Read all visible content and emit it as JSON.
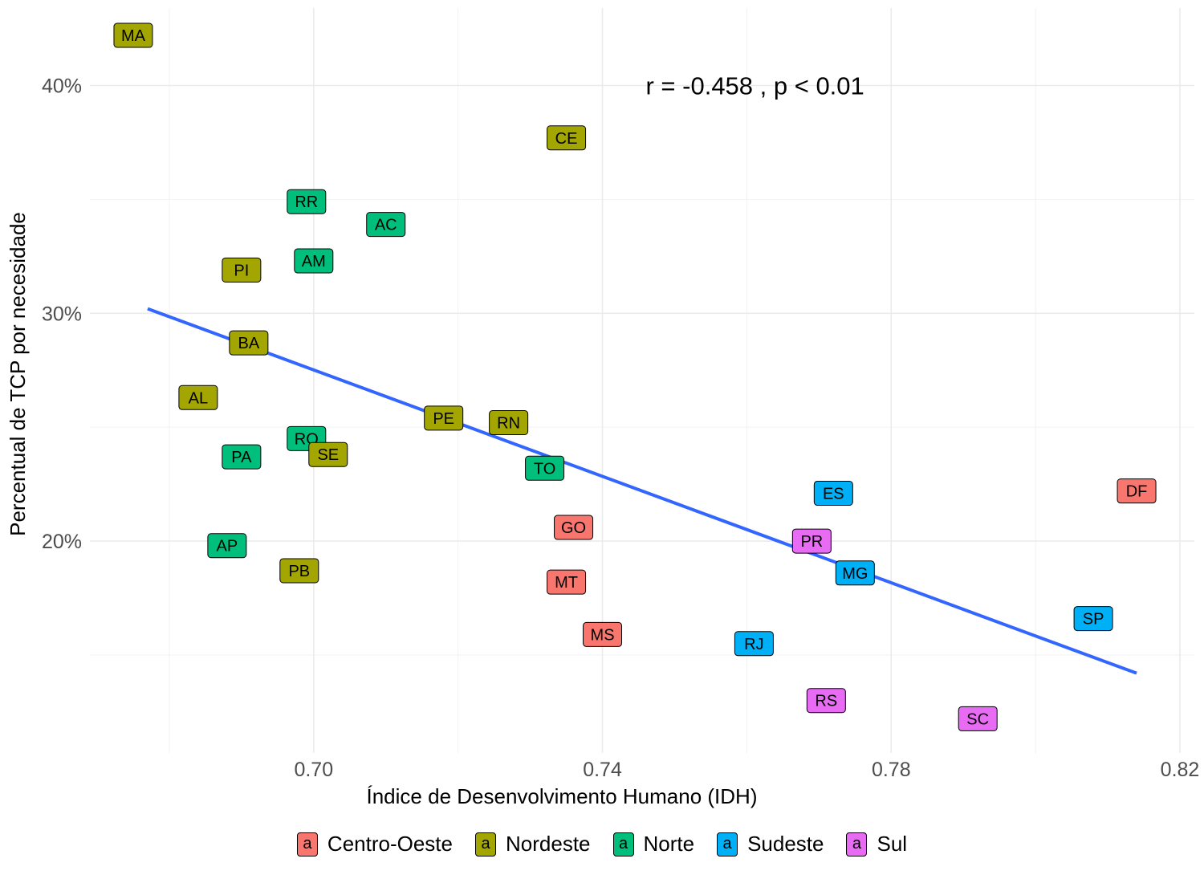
{
  "chart_data": {
    "type": "scatter",
    "xlabel": "Índice de Desenvolvimento Humano (IDH)",
    "ylabel": "Percentual de TCP por necesidade",
    "xlim": [
      0.669,
      0.822
    ],
    "ylim": [
      0.107,
      0.434
    ],
    "x_ticks": [
      0.7,
      0.74,
      0.78,
      0.82
    ],
    "x_tick_labels": [
      "0.70",
      "0.74",
      "0.78",
      "0.82"
    ],
    "x_minor_ticks": [
      0.68,
      0.72,
      0.76,
      0.8
    ],
    "y_ticks": [
      0.2,
      0.3,
      0.4
    ],
    "y_tick_labels": [
      "20%",
      "30%",
      "40%"
    ],
    "y_minor_ticks": [
      0.15,
      0.25,
      0.35
    ],
    "grid": true,
    "annotation": "r = -0.458 , p < 0.01",
    "annotation_position": {
      "x": 0.746,
      "y": 0.4
    },
    "trend_line": {
      "x": [
        0.677,
        0.814
      ],
      "y": [
        0.302,
        0.142
      ]
    },
    "legend_position": "bottom",
    "legend_key_text": "a",
    "series": [
      {
        "name": "Centro-Oeste",
        "color": "#F8766D"
      },
      {
        "name": "Nordeste",
        "color": "#A3A500"
      },
      {
        "name": "Norte",
        "color": "#00BF7D"
      },
      {
        "name": "Sudeste",
        "color": "#00B0F6"
      },
      {
        "name": "Sul",
        "color": "#E76BF3"
      }
    ],
    "points": [
      {
        "label": "MA",
        "x": 0.675,
        "y": 0.422,
        "region": "Nordeste"
      },
      {
        "label": "CE",
        "x": 0.735,
        "y": 0.377,
        "region": "Nordeste"
      },
      {
        "label": "RR",
        "x": 0.699,
        "y": 0.349,
        "region": "Norte"
      },
      {
        "label": "AC",
        "x": 0.71,
        "y": 0.339,
        "region": "Norte"
      },
      {
        "label": "AM",
        "x": 0.7,
        "y": 0.323,
        "region": "Norte"
      },
      {
        "label": "PI",
        "x": 0.69,
        "y": 0.319,
        "region": "Nordeste"
      },
      {
        "label": "BA",
        "x": 0.691,
        "y": 0.287,
        "region": "Nordeste"
      },
      {
        "label": "AL",
        "x": 0.684,
        "y": 0.263,
        "region": "Nordeste"
      },
      {
        "label": "PE",
        "x": 0.718,
        "y": 0.254,
        "region": "Nordeste"
      },
      {
        "label": "RN",
        "x": 0.727,
        "y": 0.252,
        "region": "Nordeste"
      },
      {
        "label": "RO",
        "x": 0.699,
        "y": 0.245,
        "region": "Norte"
      },
      {
        "label": "SE",
        "x": 0.702,
        "y": 0.238,
        "region": "Nordeste"
      },
      {
        "label": "PA",
        "x": 0.69,
        "y": 0.237,
        "region": "Norte"
      },
      {
        "label": "TO",
        "x": 0.732,
        "y": 0.232,
        "region": "Norte"
      },
      {
        "label": "DF",
        "x": 0.814,
        "y": 0.222,
        "region": "Centro-Oeste"
      },
      {
        "label": "ES",
        "x": 0.772,
        "y": 0.221,
        "region": "Sudeste"
      },
      {
        "label": "GO",
        "x": 0.736,
        "y": 0.206,
        "region": "Centro-Oeste"
      },
      {
        "label": "PR",
        "x": 0.769,
        "y": 0.2,
        "region": "Sul"
      },
      {
        "label": "AP",
        "x": 0.688,
        "y": 0.198,
        "region": "Norte"
      },
      {
        "label": "PB",
        "x": 0.698,
        "y": 0.187,
        "region": "Nordeste"
      },
      {
        "label": "MG",
        "x": 0.775,
        "y": 0.186,
        "region": "Sudeste"
      },
      {
        "label": "MT",
        "x": 0.735,
        "y": 0.182,
        "region": "Centro-Oeste"
      },
      {
        "label": "SP",
        "x": 0.808,
        "y": 0.166,
        "region": "Sudeste"
      },
      {
        "label": "MS",
        "x": 0.74,
        "y": 0.159,
        "region": "Centro-Oeste"
      },
      {
        "label": "RJ",
        "x": 0.761,
        "y": 0.155,
        "region": "Sudeste"
      },
      {
        "label": "RS",
        "x": 0.771,
        "y": 0.13,
        "region": "Sul"
      },
      {
        "label": "SC",
        "x": 0.792,
        "y": 0.122,
        "region": "Sul"
      }
    ]
  }
}
